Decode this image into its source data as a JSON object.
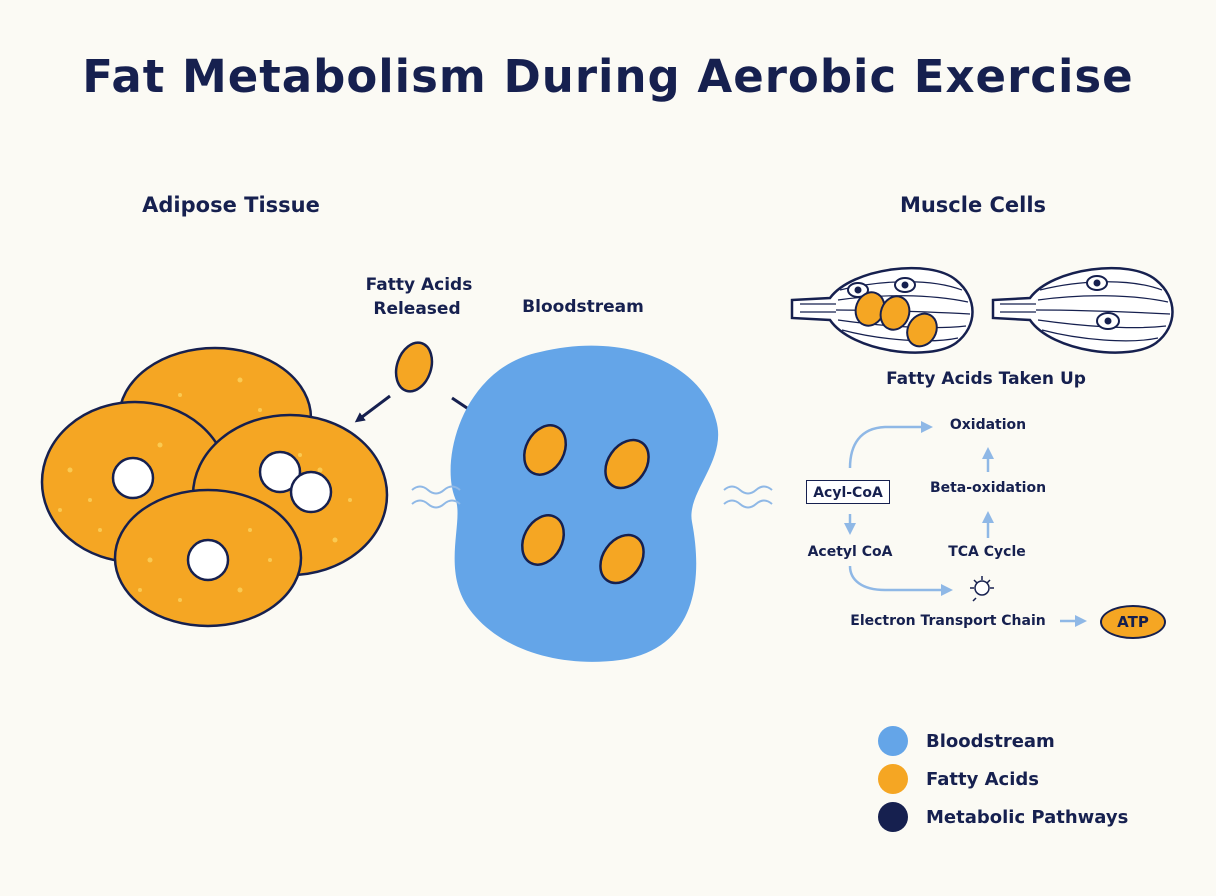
{
  "title": "Fat Metabolism During Aerobic Exercise",
  "sections": {
    "adipose": "Adipose Tissue",
    "muscle": "Muscle Cells"
  },
  "labels": {
    "fatty_acids_released_line1": "Fatty Acids",
    "fatty_acids_released_line2": "Released",
    "bloodstream": "Bloodstream",
    "fatty_acids_taken_up": "Fatty Acids Taken Up"
  },
  "pathway": {
    "acyl_coa": "Acyl-CoA",
    "acetyl_coa": "Acetyl CoA",
    "tca_cycle": "TCA Cycle",
    "beta_oxidation": "Beta-oxidation",
    "oxidation": "Oxidation",
    "electron_transport_chain": "Electron Transport Chain",
    "atp": "ATP"
  },
  "legend": [
    {
      "label": "Bloodstream",
      "color": "#64a5e8"
    },
    {
      "label": "Fatty Acids",
      "color": "#f5a623"
    },
    {
      "label": "Metabolic Pathways",
      "color": "#16204f"
    }
  ],
  "colors": {
    "fat": "#f5a623",
    "blood": "#64a5e8",
    "ink": "#16204f",
    "pathway_arrow": "#8fb8e6",
    "background": "#fbfaf4"
  }
}
